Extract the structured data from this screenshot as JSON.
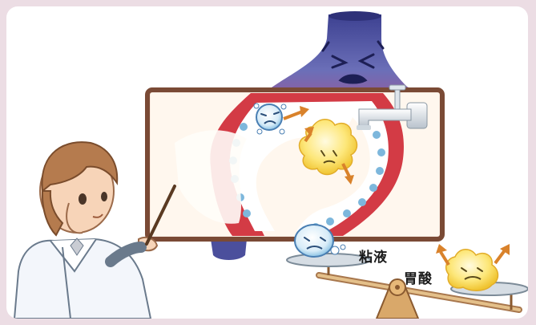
{
  "labels": {
    "mucus": "粘液",
    "gastric_acid": "胃酸"
  },
  "colors": {
    "background": "#ecdde4",
    "stomach_blue": "#4b4f9c",
    "stomach_red": "#d33b45",
    "mucus_blue": "#7db7dc",
    "acid_yellow": "#f5d44a",
    "arrow_orange": "#d9822b",
    "board_brown": "#7a4a35",
    "balance_tan": "#c9a36a"
  },
  "icons": {
    "teacher": "woman-teacher-illustration",
    "pointer": "pointer-stick",
    "stomach": "stomach-cross-section",
    "faucet": "water-faucet-icon",
    "mucus_character": "mucus-droplet-character",
    "acid_character": "gastric-acid-character",
    "balance": "balance-scale"
  }
}
